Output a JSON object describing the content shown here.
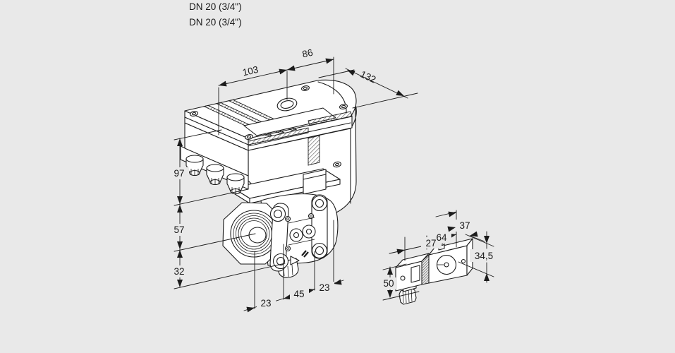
{
  "colors": {
    "background": "#e9e9e9",
    "line": "#1c1c1c",
    "face": "#ffffff",
    "text": "#1a1a1a"
  },
  "header": {
    "dn_line1": "DN 20 (3/4\")",
    "dn_line2": "DN 20 (3/4\")"
  },
  "main_view": {
    "dims": {
      "top_left": "103",
      "top_right": "86",
      "depth": "132",
      "height_upper": "97",
      "height_middle": "57",
      "height_lower": "32",
      "bottom_left": "23",
      "bottom_middle": "45",
      "bottom_right": "23"
    }
  },
  "accessory_view": {
    "dims": {
      "plug_width": "27",
      "body_length": "64",
      "body_depth": "37",
      "body_height": "34,5",
      "plug_height": "50"
    }
  }
}
